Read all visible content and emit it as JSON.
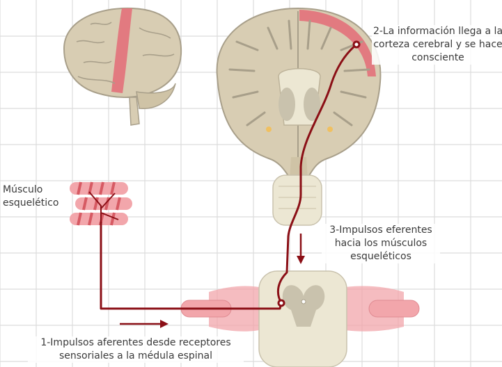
{
  "labels": {
    "cortex": [
      "2-La información llega a la",
      "corteza cerebral y se hace",
      "consciente"
    ],
    "muscle": [
      "Músculo",
      "esquelético"
    ],
    "efferent": [
      "3-Impulsos eferentes",
      "hacia los músculos",
      "esqueléticos"
    ],
    "afferent": [
      "1-Impulsos aferentes desde receptores",
      "sensoriales a la médula espinal"
    ]
  },
  "colors": {
    "grid": "#d9d9d9",
    "tissue": "#d8cdb3",
    "tissue_dark": "#a89f8a",
    "cortex_highlight": "#e27a80",
    "nerve": "#8b0f16",
    "muscle_light": "#f2a6ab",
    "muscle_stripe": "#d65a63",
    "spinal_cord": "#ece7d3",
    "grey_matter": "#c9c2ad"
  }
}
